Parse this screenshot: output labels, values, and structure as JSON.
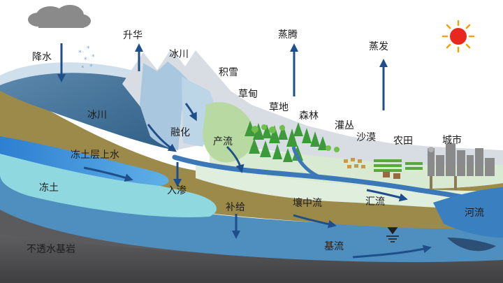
{
  "diagram": {
    "labels": {
      "precipitation": "降水",
      "sublimation": "升华",
      "glacier_top": "冰川",
      "snowpack": "积雪",
      "meadow": "草甸",
      "transpiration": "蒸腾",
      "grassland": "草地",
      "forest": "森林",
      "evaporation": "蒸发",
      "shrub": "灌丛",
      "desert": "沙漠",
      "farmland": "农田",
      "city": "城市",
      "glacier_left": "冰川",
      "melt": "融化",
      "runoff": "产流",
      "suprapermafrost_water": "冻土层上水",
      "permafrost": "冻土",
      "infiltration": "入渗",
      "recharge": "补给",
      "interflow": "壤中流",
      "confluence": "汇流",
      "river": "河流",
      "baseflow": "基流",
      "bedrock": "不透水基岩"
    },
    "colors": {
      "bedrock": "#5a5a5c",
      "aquifer": "#4e8fbf",
      "soil": "#9c8a4a",
      "permafrost": "#8fd8e0",
      "glacier": "#4f7fa3",
      "mountain": "#cfd7de",
      "arrow": "#1f4f8a",
      "river": "#3b78b8",
      "sun": "#e8281e",
      "vegetation": "#3d9a3a"
    }
  }
}
